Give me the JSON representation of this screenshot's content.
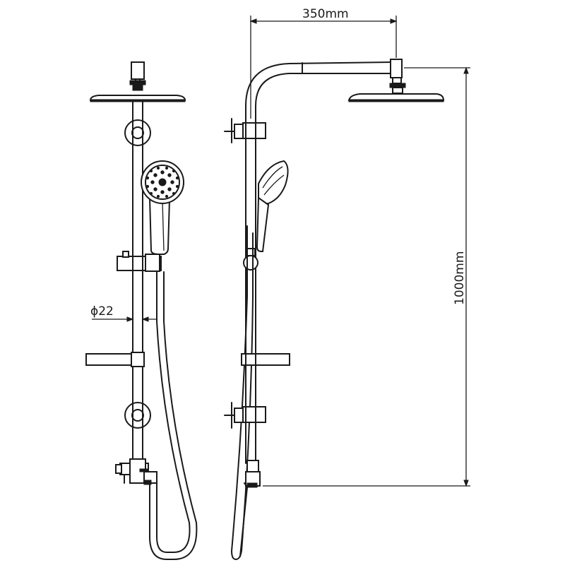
{
  "dimensions": {
    "width_label": "350mm",
    "height_label": "1000mm",
    "diameter_label": "ϕ22"
  }
}
